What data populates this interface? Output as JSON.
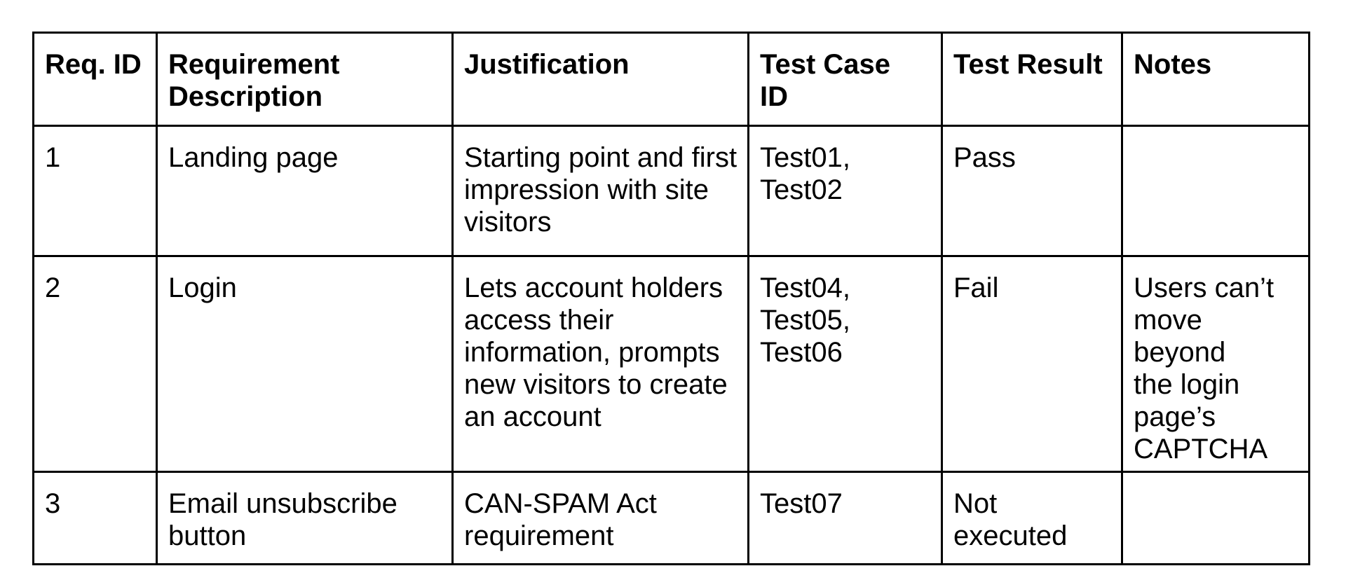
{
  "page": {
    "background_color": "#ffffff",
    "border_color": "#000000",
    "text_color": "#000000"
  },
  "table": {
    "headers": {
      "req_id": "Req. ID",
      "requirement_description": "Requirement\nDescription",
      "justification": "Justification",
      "test_case_id": "Test Case\nID",
      "test_result": "Test Result",
      "notes": "Notes"
    },
    "rows": [
      {
        "req_id": "1",
        "requirement_description": "Landing page",
        "justification": "Starting point and first\nimpression with site\nvisitors",
        "test_case_id": "Test01,\nTest02",
        "test_result": "Pass",
        "notes": ""
      },
      {
        "req_id": "2",
        "requirement_description": "Login",
        "justification": "Lets account holders\naccess their\ninformation, prompts\nnew visitors to create\nan account",
        "test_case_id": "Test04,\nTest05,\nTest06",
        "test_result": "Fail",
        "notes": "Users can’t\nmove beyond\nthe login\npage’s\nCAPTCHA"
      },
      {
        "req_id": "3",
        "requirement_description": "Email unsubscribe\nbutton",
        "justification": "CAN-SPAM Act\nrequirement",
        "test_case_id": "Test07",
        "test_result": "Not\nexecuted",
        "notes": ""
      }
    ]
  }
}
